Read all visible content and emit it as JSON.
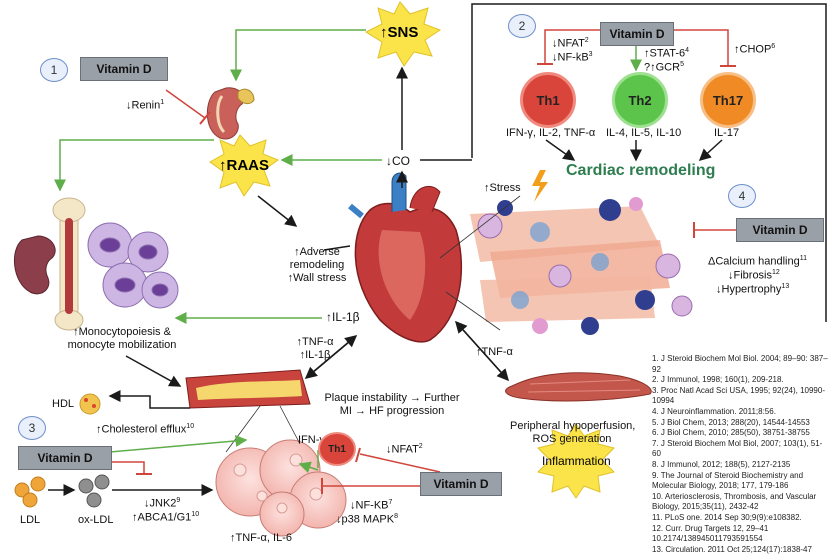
{
  "colors": {
    "green": "#5fae4a",
    "red": "#d0453c",
    "black": "#1a1a1a",
    "th1": "#d9453b",
    "th2": "#5cc44a",
    "th17": "#f08a24",
    "cardiac": "#2e7d4f"
  },
  "badges": [
    "1",
    "2",
    "3",
    "4"
  ],
  "vitamin_d": "Vitamin D",
  "sns": "↑SNS",
  "raas": "↑RAAS",
  "renin": "↓Renin",
  "renin_sup": "1",
  "co": "↓CO",
  "th_cells": {
    "th1": {
      "name": "Th1",
      "cytokines": "IFN-γ, IL-2, TNF-α"
    },
    "th2": {
      "name": "Th2",
      "cytokines": "IL-4, IL-5, IL-10"
    },
    "th17": {
      "name": "Th17",
      "cytokines": "IL-17"
    }
  },
  "th1_effects": {
    "nfat": "↓NFAT",
    "nfat_sup": "2",
    "nfkb": "↓NF-kB",
    "nfkb_sup": "3"
  },
  "th2_effects": {
    "stat": "↑STAT-6",
    "stat_sup": "4",
    "gcr": "?↑GCR",
    "gcr_sup": "5"
  },
  "th17_effects": {
    "chop": "↑CHOP",
    "chop_sup": "6"
  },
  "cardiac_remodeling": "Cardiac remodeling",
  "stress": "↑Stress",
  "box4": {
    "calcium": "ΔCalcium handling",
    "calcium_sup": "11",
    "fibrosis": "↓Fibrosis",
    "fibrosis_sup": "12",
    "hypertrophy": "↓Hypertrophy",
    "hypertrophy_sup": "13"
  },
  "adverse": [
    "↑Adverse",
    "remodeling",
    "↑Wall stress"
  ],
  "il1b": "↑IL-1β",
  "tnf_il1b": [
    "↑TNF-α",
    "↑IL-1β"
  ],
  "monocytopoiesis": [
    "↑Monocytopoiesis &",
    "monocyte mobilization"
  ],
  "plaque": [
    "Plaque instability → Further",
    "MI → HF progression"
  ],
  "tnf_right": "↑TNF-α",
  "peripheral": [
    "Peripheral hypoperfusion,",
    "ROS generation"
  ],
  "inflammation": "Inflammation",
  "hdl": "HDL",
  "cholesterol": "↑Cholesterol efflux",
  "cholesterol_sup": "10",
  "ldl": "LDL",
  "oxldl": "ox-LDL",
  "jnk": "↓JNK2",
  "jnk_sup": "9",
  "abca": "↑ABCA1/G1",
  "abca_sup": "10",
  "ifn": "IFN-γ",
  "nfat_bottom": "↓NFAT",
  "nfat_bottom_sup": "2",
  "nfkb_bottom": "↓NF-KB",
  "nfkb_bottom_sup": "7",
  "p38": "↓p38 MAPK",
  "p38_sup": "8",
  "tnf_il6": "↑TNF-α, IL-6",
  "th1_small": "Th1",
  "references": [
    "1. J Steroid Biochem Mol Biol. 2004; 89–90: 387–92",
    "2. J Immunol, 1998; 160(1), 209-218.",
    "3. Proc Natl Acad Sci USA, 1995; 92(24), 10990-10994",
    "4. J Neuroinflammation. 2011;8:56.",
    "5. J Biol Chem, 2013; 288(20), 14544-14553",
    "6. J Biol Chem, 2010; 285(50), 38751-38755",
    "7. J Steroid Biochem Mol Biol, 2007; 103(1), 51-60",
    "8. J Immunol, 2012; 188(5), 2127-2135",
    "9. The Journal of Steroid Biochemistry and Molecular Biology, 2018; 177, 179-186",
    "10. Arteriosclerosis, Thrombosis, and Vascular Biology, 2015;35(11), 2432-42",
    "11. PLoS one. 2014 Sep 30;9(9):e108382.",
    "12. Curr. Drug Targets 12, 29–41 10.2174/138945011793591554",
    "13. Circulation. 2011 Oct 25;124(17):1838-47"
  ]
}
